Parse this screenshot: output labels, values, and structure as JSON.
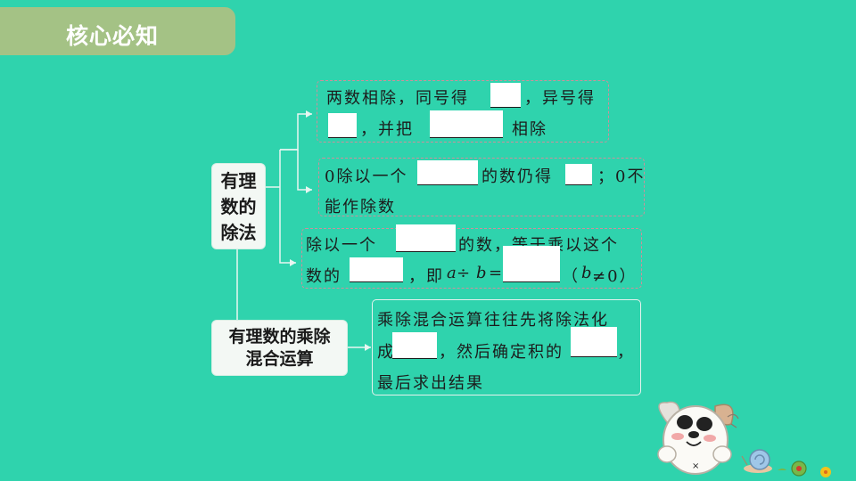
{
  "header": {
    "title": "核心必知"
  },
  "root_node": {
    "line1": "有理",
    "line2": "数的",
    "line3": "除法"
  },
  "mixed_node": {
    "line1": "有理数的乘除",
    "line2": "混合运算"
  },
  "rule_same_signs": {
    "text_a": "两数相除，同号得",
    "text_b": "，异号得",
    "text_c": "，并把",
    "text_d": "相除"
  },
  "rule_zero": {
    "text_a": "0除以一个",
    "text_b": "的数仍得",
    "text_c": "；0不",
    "text_d": "能作除数"
  },
  "rule_reciprocal": {
    "text_a": "除以一个",
    "text_b": "的数，等于乘以这个",
    "text_c": "数的",
    "text_d": "，即",
    "a_var": "a",
    "div_sign": " ÷ ",
    "b_var": "b",
    "eq": "=",
    "cond_open": "（",
    "cond_b": "b",
    "cond_ne": "≠0）"
  },
  "rule_mixed": {
    "text_a": "乘除混合运算往往先将除法化",
    "text_b": "成",
    "text_c": "，然后确定积的",
    "text_d": "，",
    "text_e": "最后求出结果"
  },
  "mascot": {
    "icon": "puppy-mascot-icon",
    "snail_icon": "snail-icon"
  }
}
